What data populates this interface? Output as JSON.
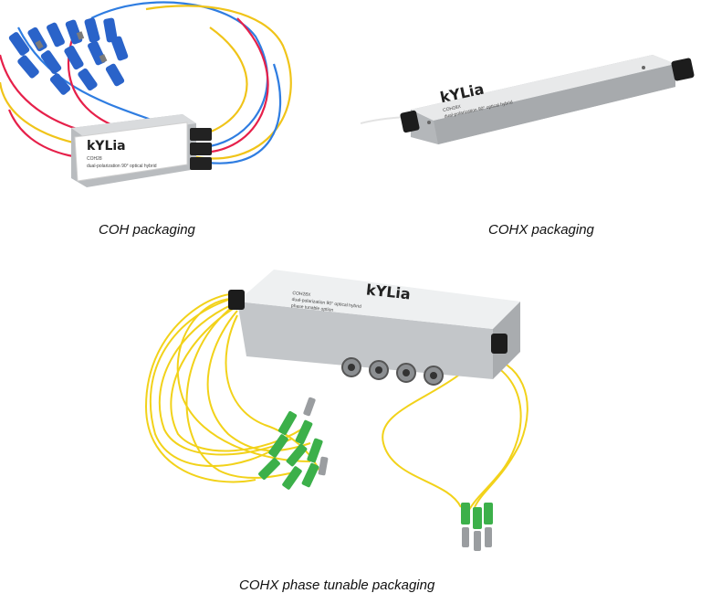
{
  "figures": [
    {
      "caption": "COH packaging",
      "brand": "kYLia",
      "model": "COH28",
      "description": "dual-polarization 90° optical hybrid"
    },
    {
      "caption": "COHX packaging",
      "brand": "kYLia",
      "model": "COH28X",
      "description": "dual-polarization 90° optical hybrid"
    },
    {
      "caption": "COHX phase tunable packaging",
      "brand": "kYLia",
      "model": "COH28X",
      "description": "dual-polarization 90° optical hybrid",
      "description2": "phase tunable option"
    }
  ]
}
